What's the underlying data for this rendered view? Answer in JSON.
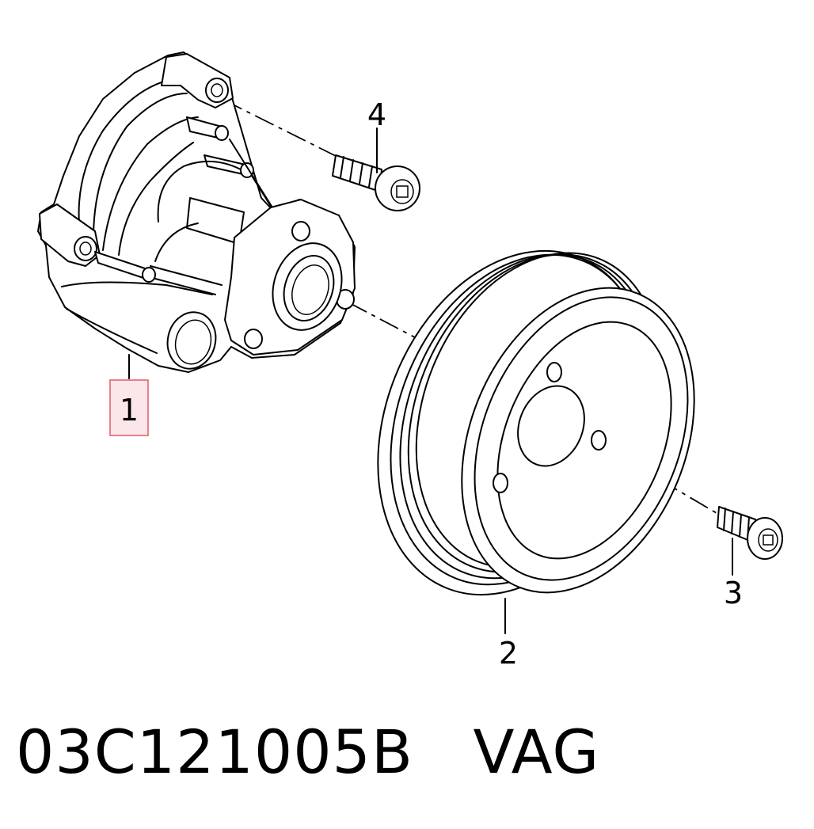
{
  "callouts": {
    "c1": "1",
    "c2": "2",
    "c3": "3",
    "c4": "4"
  },
  "highlight_color": "#e05a66",
  "caption": {
    "part_number": "03C121005B",
    "brand": "VAG"
  }
}
